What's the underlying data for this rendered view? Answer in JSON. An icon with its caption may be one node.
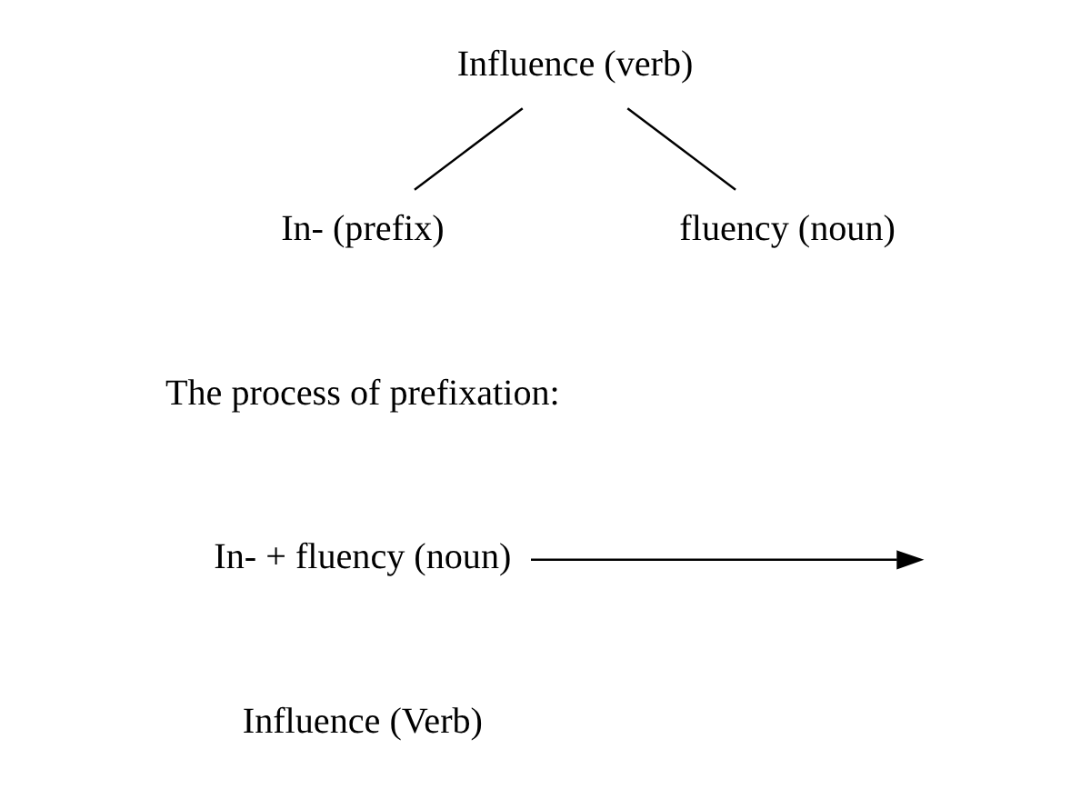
{
  "diagram": {
    "nodes": [
      {
        "text": [
          "Influence (verb)"
        ]
      },
      {
        "text": [
          "In- (prefix)"
        ]
      },
      {
        "text": [
          "fluency (noun)"
        ]
      },
      {
        "text": [
          "In- + fluency (noun)"
        ]
      }
    ],
    "edges": [
      {
        "from": 0,
        "to": 1,
        "arrow": "none"
      },
      {
        "from": 0,
        "to": 2,
        "arrow": "none"
      },
      {
        "from": 3,
        "to": null,
        "arrow": "to"
      }
    ],
    "labels": [
      "The process of prefixation:",
      "Influence (Verb)"
    ]
  }
}
